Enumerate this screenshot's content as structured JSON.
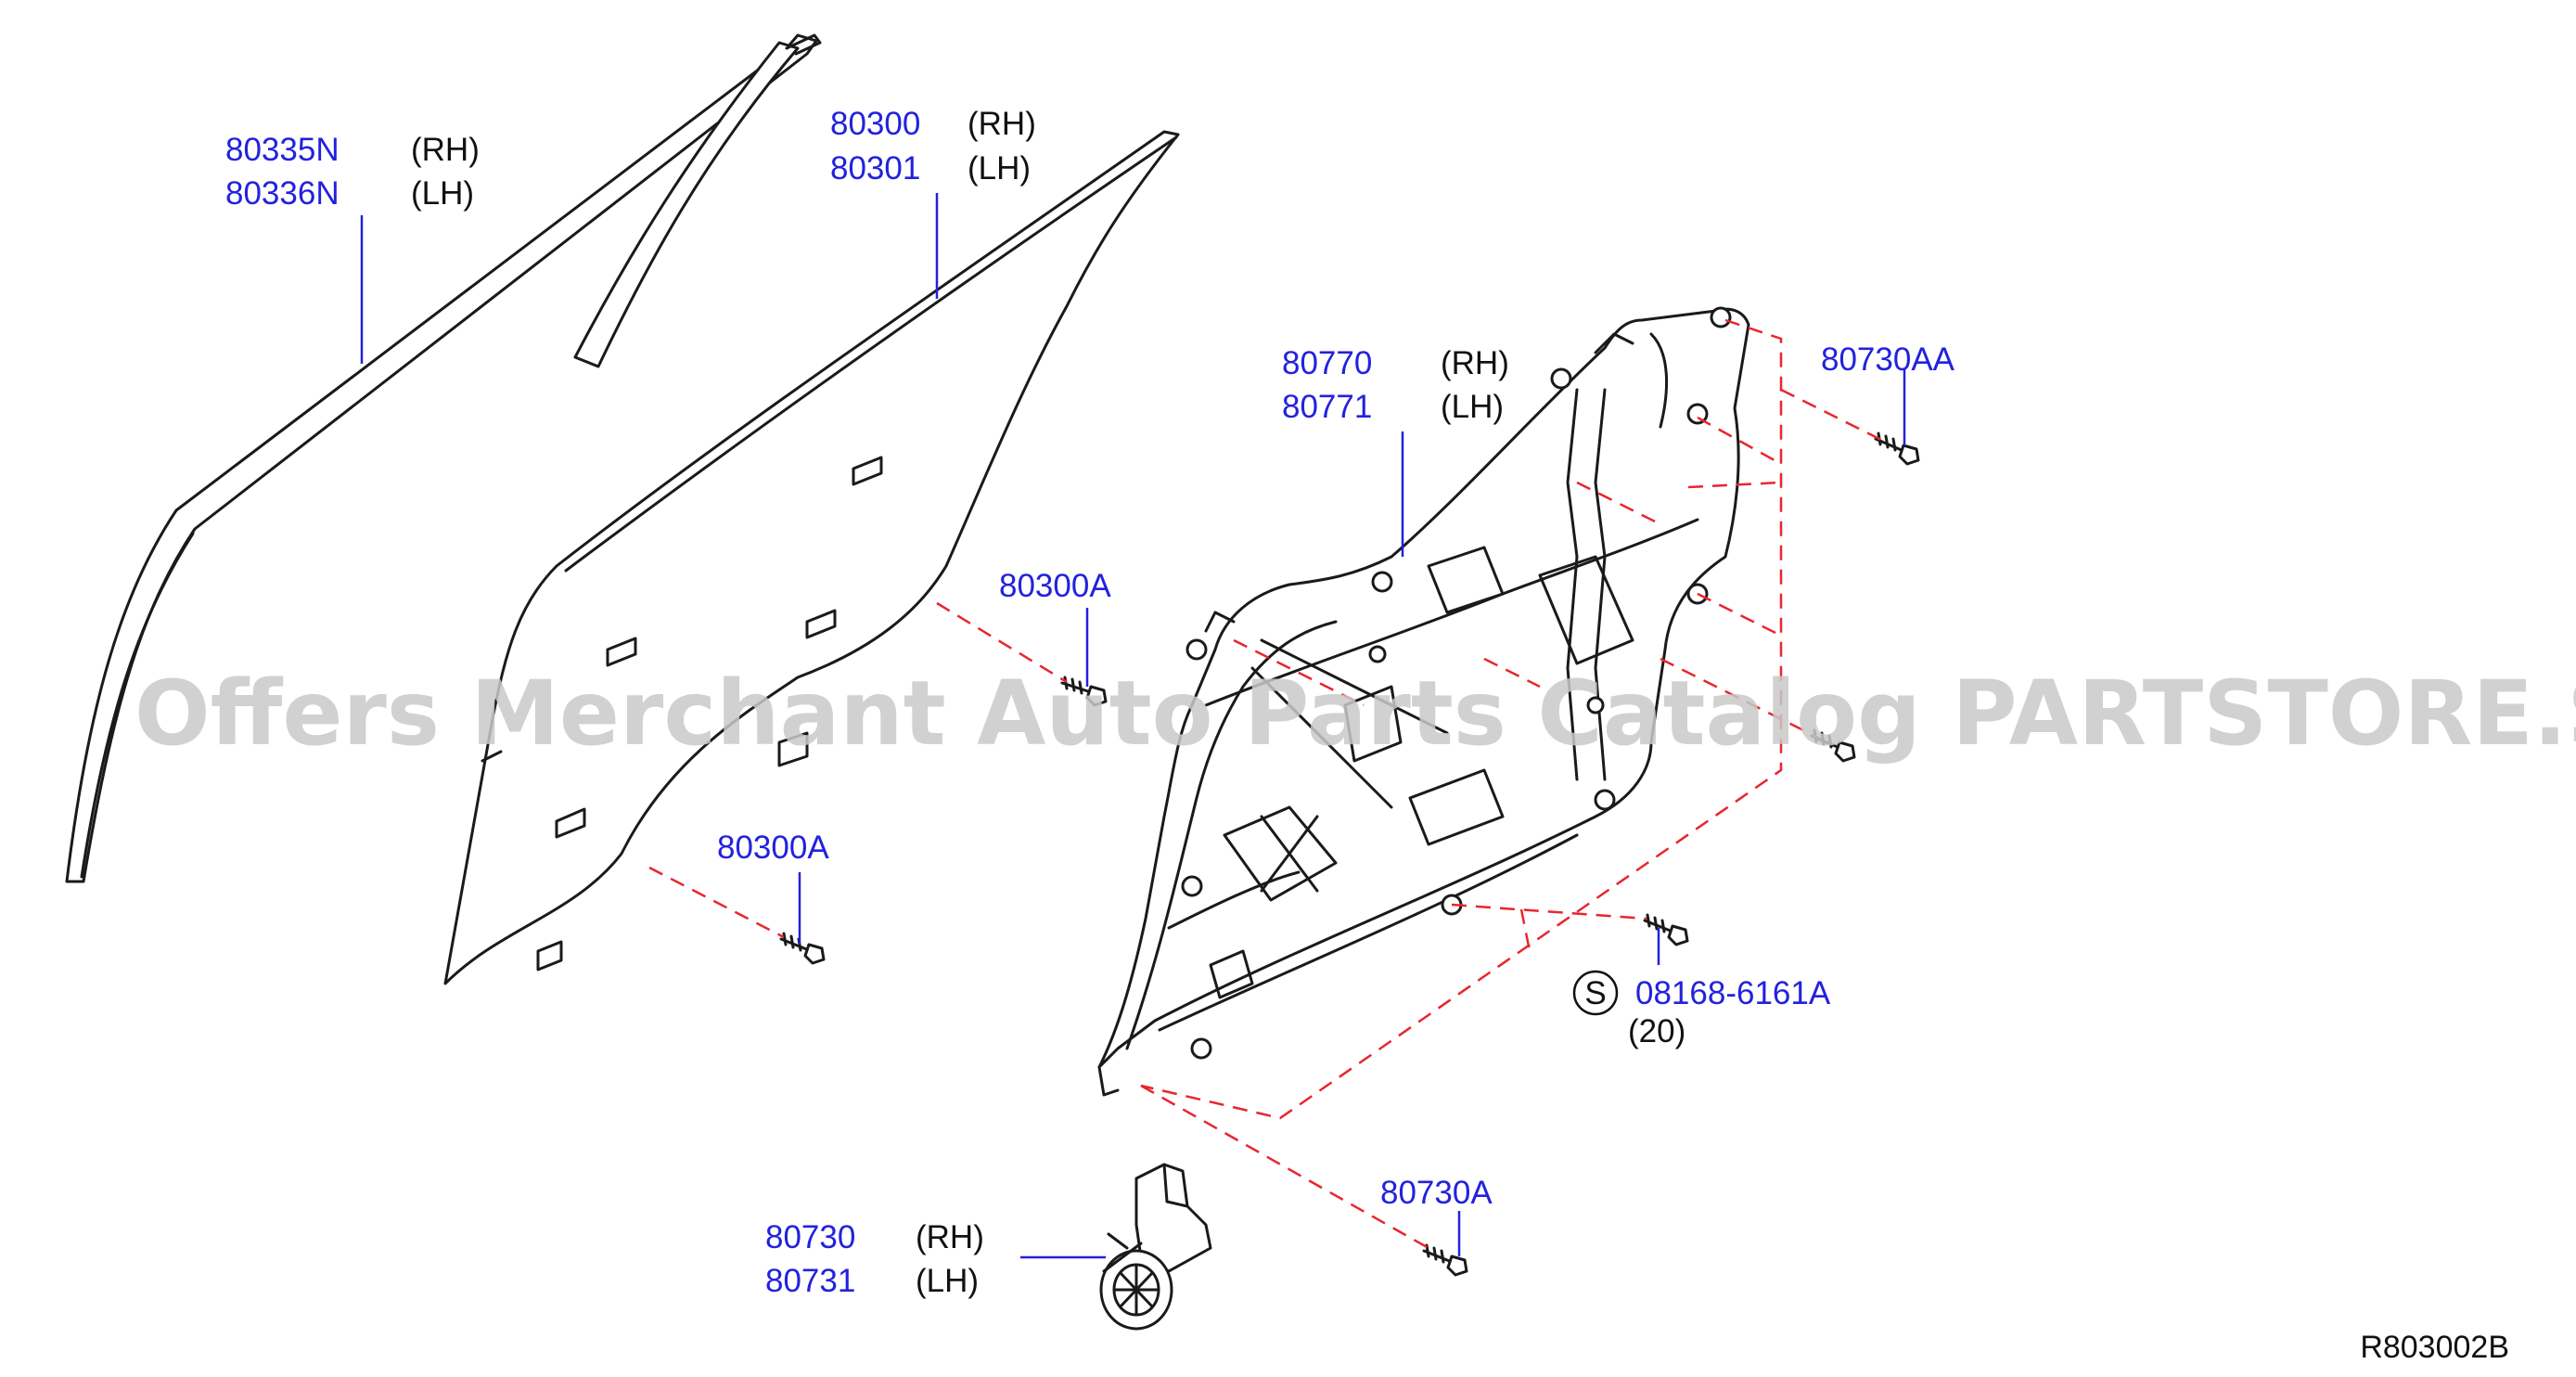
{
  "parts": {
    "moulding": {
      "rh_no": "80335N",
      "rh_side": "(RH)",
      "lh_no": "80336N",
      "lh_side": "(LH)"
    },
    "glass": {
      "rh_no": "80300",
      "rh_side": "(RH)",
      "lh_no": "80301",
      "lh_side": "(LH)"
    },
    "glass_bolt_upper": {
      "no": "80300A"
    },
    "glass_bolt_lower": {
      "no": "80300A"
    },
    "regulator": {
      "rh_no": "80770",
      "rh_side": "(RH)",
      "lh_no": "80771",
      "lh_side": "(LH)"
    },
    "regulator_bolt": {
      "no": "80730AA"
    },
    "standard_bolt": {
      "symbol": "S",
      "no": "08168-6161A",
      "qty": "(20)"
    },
    "motor": {
      "rh_no": "80730",
      "rh_side": "(RH)",
      "lh_no": "80731",
      "lh_side": "(LH)"
    },
    "motor_bolt": {
      "no": "80730A"
    }
  },
  "watermark": "Offers Merchant Auto Parts Catalog PARTSTORE.SA",
  "diagram_ref": "R803002B",
  "colors": {
    "part_number": "#2222dd",
    "phantom_line": "#e8262e",
    "outline": "#1a1a1a"
  }
}
